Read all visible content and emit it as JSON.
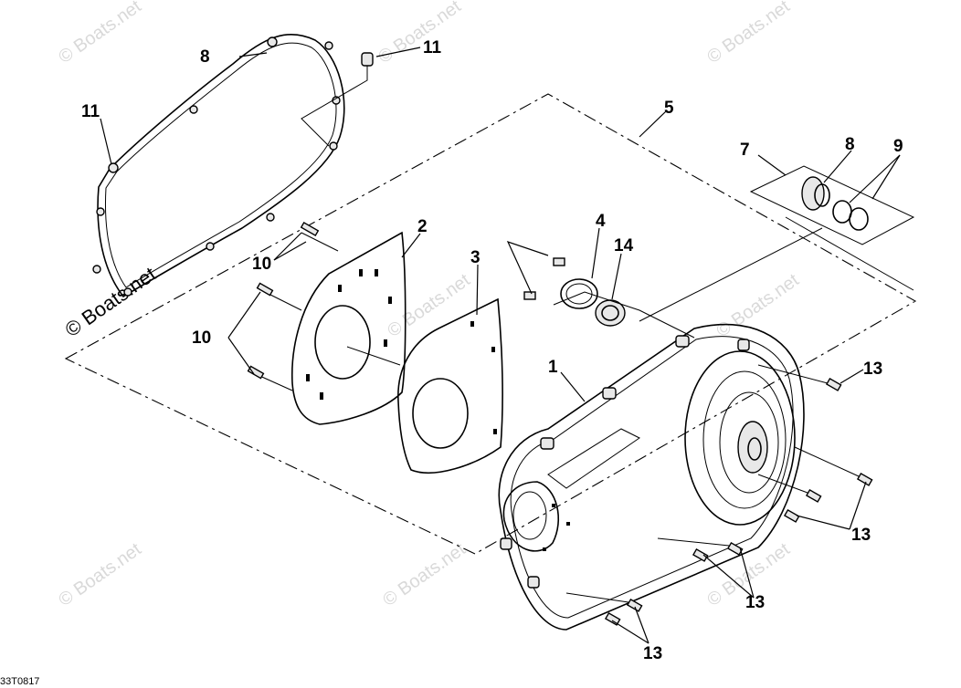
{
  "watermarks": {
    "text": "© Boats.net",
    "prominent": "© Boats.net"
  },
  "figure_code": "33T0817",
  "callouts": {
    "c1": "1",
    "c2": "2",
    "c3": "3",
    "c4": "4",
    "c5": "5",
    "c7": "7",
    "c8a": "8",
    "c8b": "8",
    "c9": "9",
    "c10a": "10",
    "c10b": "10",
    "c11a": "11",
    "c11b": "11",
    "c13a": "13",
    "c13b": "13",
    "c13c": "13",
    "c13d": "13",
    "c14": "14"
  }
}
